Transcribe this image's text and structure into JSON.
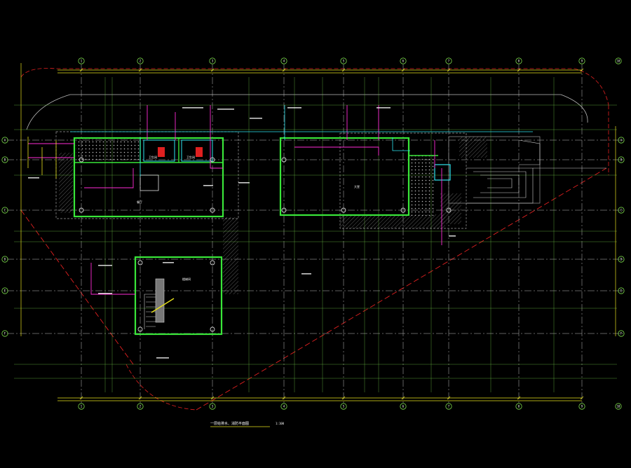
{
  "drawing": {
    "title": "一层给排水、消防平面图",
    "scale": "1:100",
    "colors": {
      "background": "#000000",
      "axis_dash": "#d4d4d4",
      "grid_green": "#7ad64a",
      "dim_yellow": "#e6e01c",
      "wall_green": "#39e639",
      "pipe_magenta": "#ff2bd6",
      "pipe_cyan": "#2ee6f0",
      "site_red": "#e02020",
      "text_white": "#ffffff",
      "hatch": "#9a9a9a"
    },
    "grid_bubbles_top": [
      "1",
      "2",
      "3",
      "4",
      "5",
      "6",
      "7",
      "8",
      "9",
      "10"
    ],
    "grid_bubbles_bottom": [
      "1",
      "2",
      "3",
      "4",
      "5",
      "6",
      "7",
      "8",
      "9",
      "10"
    ],
    "grid_bubbles_side": [
      "A",
      "B",
      "C",
      "D",
      "E",
      "F"
    ],
    "rooms": {
      "left_hall": "餐厅",
      "right_hall": "大堂",
      "stair_block": "楼梯间",
      "small_rooms": [
        "卫生间",
        "卫生间"
      ]
    }
  }
}
